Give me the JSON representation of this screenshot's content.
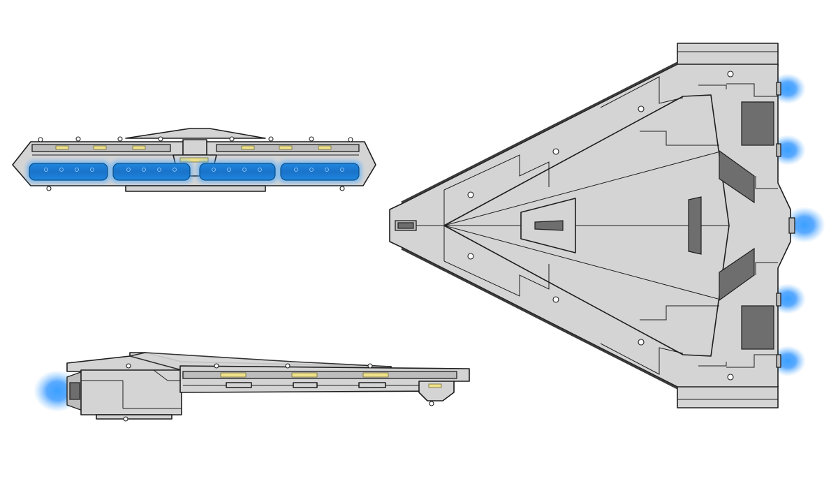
{
  "colors": {
    "background": "#ffffff",
    "hull": "#d4d4d4",
    "hull_shade": "#bdbdbd",
    "panel": "#6e6e6e",
    "line": "#1e1e1e",
    "window": "#f0e28a",
    "glow_core": "#2a8de6",
    "glow_outer": "#4aa8ff"
  },
  "views": [
    {
      "name": "front-view",
      "icons": [
        "thruster-glow-icon",
        "turret-icon",
        "window-strip-icon",
        "hangar-bay-icon"
      ]
    },
    {
      "name": "side-view",
      "icons": [
        "thruster-glow-icon",
        "turret-icon",
        "window-strip-icon"
      ]
    },
    {
      "name": "top-view",
      "icons": [
        "thruster-glow-icon",
        "turret-icon",
        "bridge-icon"
      ]
    }
  ]
}
